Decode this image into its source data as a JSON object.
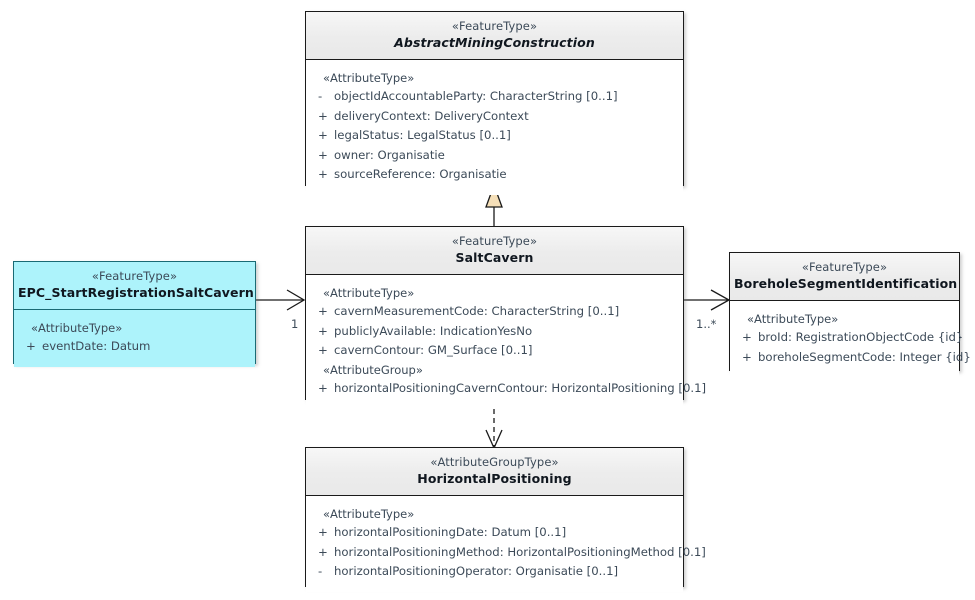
{
  "diagram": {
    "title": "SaltCavern UML class diagram",
    "type": "uml-class-diagram",
    "colors": {
      "class_header": "#ececec",
      "class_body": "#ffffff",
      "class_border": "#1a1a1a",
      "epc_fill": "#adf3fb",
      "epc_border": "#1a6a74",
      "text": "#3c4a58",
      "generalization_arrow_fill": "#f5dfb8"
    }
  },
  "classes": {
    "abstract_mining_construction": {
      "stereotype": "«FeatureType»",
      "name": "AbstractMiningConstruction",
      "compartments": [
        {
          "label": "«AttributeType»",
          "attributes": [
            {
              "visibility": "-",
              "text": "objectIdAccountableParty: CharacterString [0..1]"
            },
            {
              "visibility": "+",
              "text": "deliveryContext: DeliveryContext"
            },
            {
              "visibility": "+",
              "text": "legalStatus: LegalStatus [0..1]"
            },
            {
              "visibility": "+",
              "text": "owner: Organisatie"
            },
            {
              "visibility": "+",
              "text": "sourceReference: Organisatie"
            }
          ]
        }
      ]
    },
    "salt_cavern": {
      "stereotype": "«FeatureType»",
      "name": "SaltCavern",
      "compartments": [
        {
          "label": "«AttributeType»",
          "attributes": [
            {
              "visibility": "+",
              "text": "cavernMeasurementCode: CharacterString [0..1]"
            },
            {
              "visibility": "+",
              "text": "publiclyAvailable: IndicationYesNo"
            },
            {
              "visibility": "+",
              "text": "cavernContour: GM_Surface [0..1]"
            }
          ]
        },
        {
          "label": "«AttributeGroup»",
          "attributes": [
            {
              "visibility": "+",
              "text": "horizontalPositioningCavernContour: HorizontalPositioning [0.1]"
            }
          ]
        }
      ]
    },
    "epc_start_registration_salt_cavern": {
      "stereotype": "«FeatureType»",
      "name": "EPC_StartRegistrationSaltCavern",
      "compartments": [
        {
          "label": "«AttributeType»",
          "attributes": [
            {
              "visibility": "+",
              "text": "eventDate: Datum"
            }
          ]
        }
      ]
    },
    "borehole_segment_identification": {
      "stereotype": "«FeatureType»",
      "name": "BoreholeSegmentIdentification",
      "compartments": [
        {
          "label": "«AttributeType»",
          "attributes": [
            {
              "visibility": "+",
              "text": "broId: RegistrationObjectCode {id}"
            },
            {
              "visibility": "+",
              "text": "boreholeSegmentCode: Integer {id}"
            }
          ]
        }
      ]
    },
    "horizontal_positioning": {
      "stereotype": "«AttributeGroupType»",
      "name": "HorizontalPositioning",
      "compartments": [
        {
          "label": "«AttributeType»",
          "attributes": [
            {
              "visibility": "+",
              "text": "horizontalPositioningDate: Datum [0..1]"
            },
            {
              "visibility": "+",
              "text": "horizontalPositioningMethod: HorizontalPositioningMethod [0.1]"
            },
            {
              "visibility": "-",
              "text": "horizontalPositioningOperator: Organisatie [0..1]"
            }
          ]
        }
      ]
    }
  },
  "connectors": {
    "generalization": {
      "kind": "generalization",
      "from": "SaltCavern",
      "to": "AbstractMiningConstruction"
    },
    "epc_to_saltcavern": {
      "kind": "association",
      "from": "EPC_StartRegistrationSaltCavern",
      "to": "SaltCavern",
      "target_multiplicity": "1"
    },
    "saltcavern_to_borehole": {
      "kind": "association",
      "from": "SaltCavern",
      "to": "BoreholeSegmentIdentification",
      "target_multiplicity": "1..*"
    },
    "saltcavern_to_horizontalpositioning": {
      "kind": "dependency",
      "from": "SaltCavern",
      "to": "HorizontalPositioning"
    }
  }
}
